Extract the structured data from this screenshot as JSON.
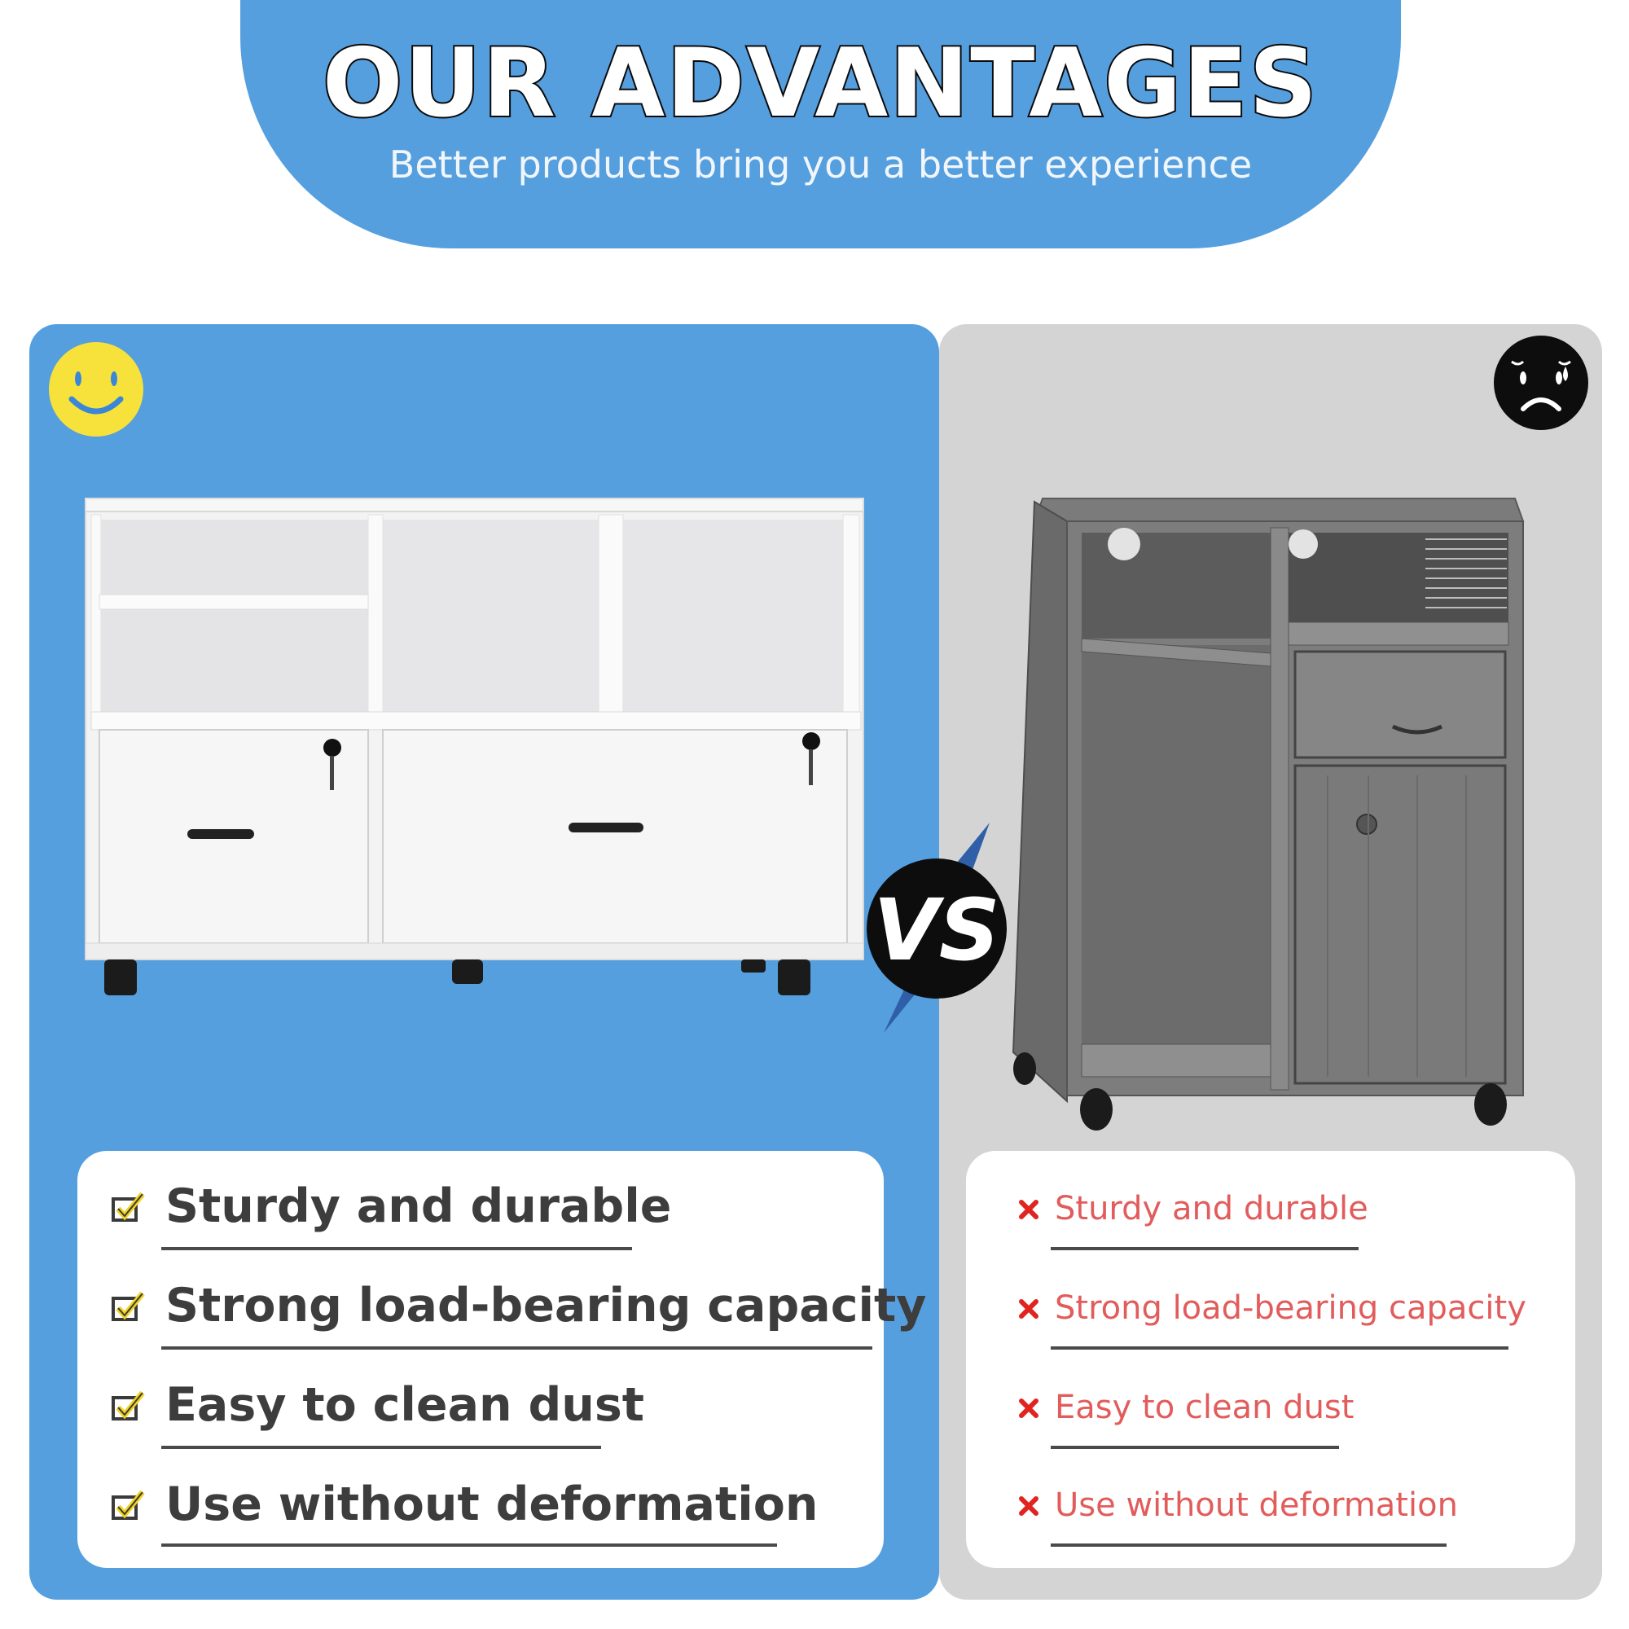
{
  "header": {
    "title": "OUR ADVANTAGES",
    "subtitle": "Better products bring you a better experience"
  },
  "badges": {
    "left_icon": "smiley-face-icon",
    "right_icon": "sad-face-icon",
    "versus_icon": "vs-lightning-icon",
    "vs_text": "VS"
  },
  "products": {
    "ours": {
      "image": "white-mobile-file-cabinet"
    },
    "others": {
      "image": "gray-rolling-cabinet"
    }
  },
  "features_ours": [
    {
      "label": "Sturdy and durable",
      "icon": "check-icon"
    },
    {
      "label": "Strong load-bearing capacity",
      "icon": "check-icon"
    },
    {
      "label": "Easy to clean dust",
      "icon": "check-icon"
    },
    {
      "label": "Use without deformation",
      "icon": "check-icon"
    }
  ],
  "features_others": [
    {
      "label": "Sturdy and durable",
      "icon": "cross-icon"
    },
    {
      "label": "Strong load-bearing capacity",
      "icon": "cross-icon"
    },
    {
      "label": "Easy to clean dust",
      "icon": "cross-icon"
    },
    {
      "label": "Use without deformation",
      "icon": "cross-icon"
    }
  ],
  "colors": {
    "brand_blue": "#559fdf",
    "panel_gray": "#d4d4d4",
    "check_yellow": "#f1d322",
    "cross_red": "#e0241f",
    "feature_text_dark": "#3d3d3d",
    "feature_text_red": "#e25c5c"
  }
}
